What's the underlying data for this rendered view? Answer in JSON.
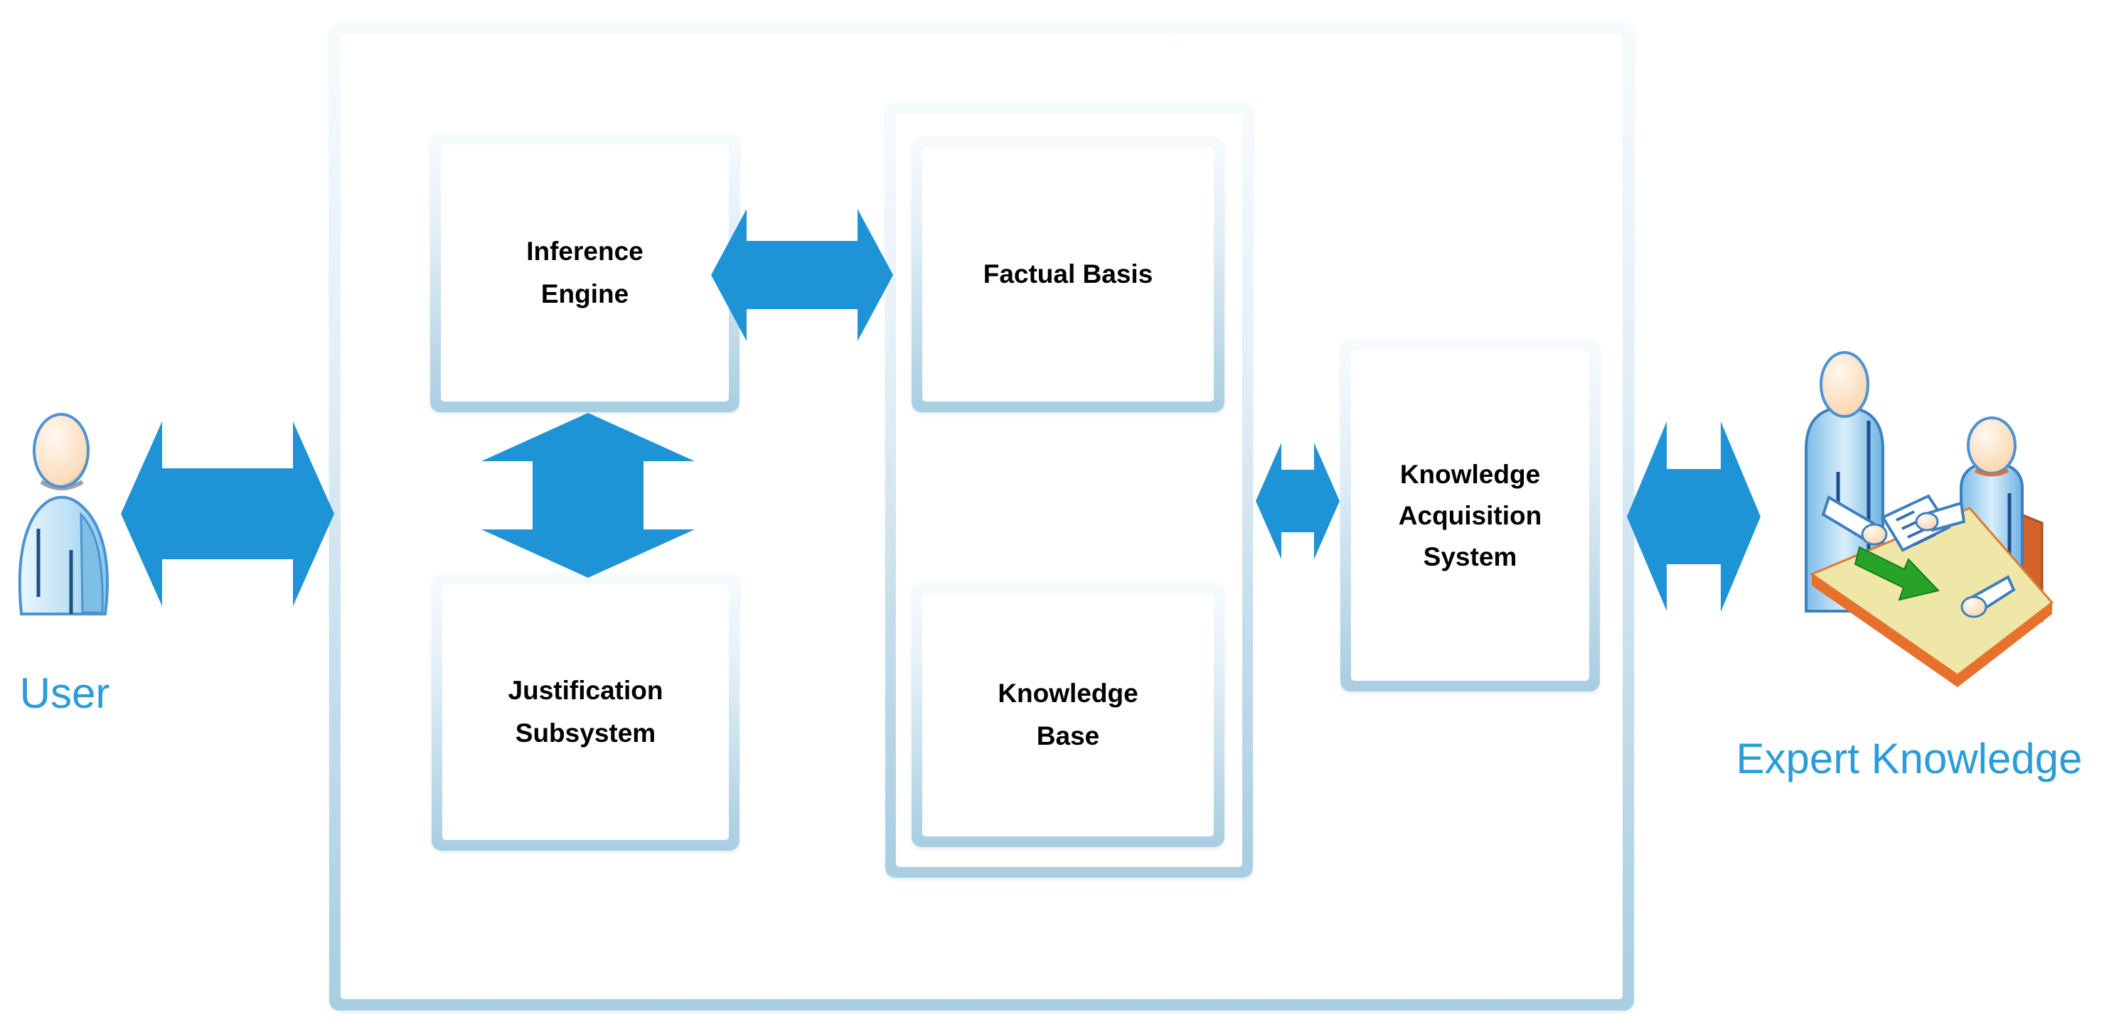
{
  "boxes": {
    "inference_engine": {
      "line1": "Inference",
      "line2": "Engine"
    },
    "justification_subsystem": {
      "line1": "Justification",
      "line2": "Subsystem"
    },
    "factual_basis": {
      "line1": "Factual Basis"
    },
    "knowledge_base": {
      "line1": "Knowledge",
      "line2": "Base"
    },
    "knowledge_acquisition_system": {
      "line1": "Knowledge",
      "line2": "Acquisition",
      "line3": "System"
    }
  },
  "labels": {
    "user": "User",
    "expert_knowledge": "Expert Knowledge"
  },
  "icons": {
    "user_icon": "user-person-icon",
    "expert_icon": "expert-knowledge-handover-icon"
  },
  "colors": {
    "arrow_blue": "#1e93d6",
    "label_blue": "#2b9cd8",
    "box_border_top": "#f7fbfd",
    "box_border_bottom": "#a8cee2",
    "box_fill": "#ffffff",
    "box_label_text": "#000000",
    "desk_top": "#eee7a8",
    "desk_edge": "#e8702d",
    "green_arrow": "#28a228",
    "skin_tone": "#fbd9b4",
    "shirt_blue": "#9ed2f0"
  }
}
